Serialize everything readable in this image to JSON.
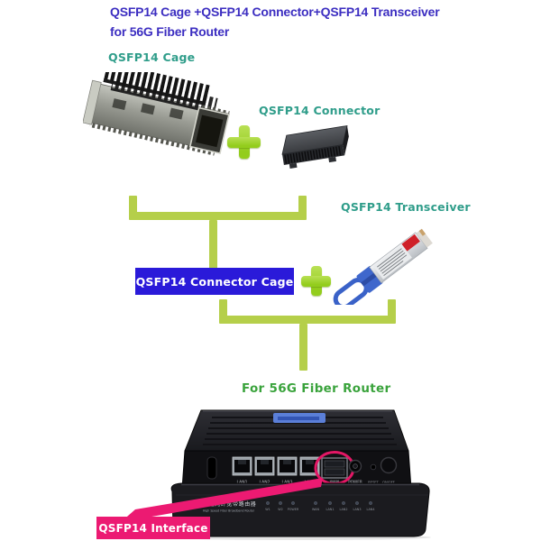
{
  "colors": {
    "title-blue": "#3c2ec1",
    "label-teal": "#2f9d8a",
    "plus-green-light": "#b9e055",
    "plus-green-dark": "#93cd1d",
    "bracket-green": "#b5cf4a",
    "box-blue": "#2a1ad9",
    "heading-green": "#3aa33c",
    "magenta": "#ec1a72",
    "circle-red": "#e31765"
  },
  "title": {
    "line1": "QSFP14 Cage +QSFP14 Connector+QSFP14 Transceiver",
    "line2": "for 56G Fiber Router"
  },
  "components": {
    "cage_label": "QSFP14 Cage",
    "connector_label": "QSFP14 Connector",
    "transceiver_label": "QSFP14 Transceiver",
    "combined_label": "QSFP14 Connector Cage"
  },
  "router": {
    "heading": "For 56G Fiber Router",
    "interface_label": "QSFP14 Interface",
    "port_labels": [
      "LAN1",
      "LAN2",
      "LAN3",
      "LAN4"
    ],
    "sfp_port_label": "WAN",
    "power_label": "POWER",
    "reset_label": "RESET",
    "onoff_label": "ON/OFF",
    "panel_text_cn": "高速光纤宽带路由器",
    "panel_text_en": "High Speed Fiber Broadband Router",
    "led_labels": [
      "W1",
      "W2",
      "POWER",
      "WAN",
      "LAN1",
      "LAN2",
      "LAN3",
      "LAN4"
    ]
  }
}
